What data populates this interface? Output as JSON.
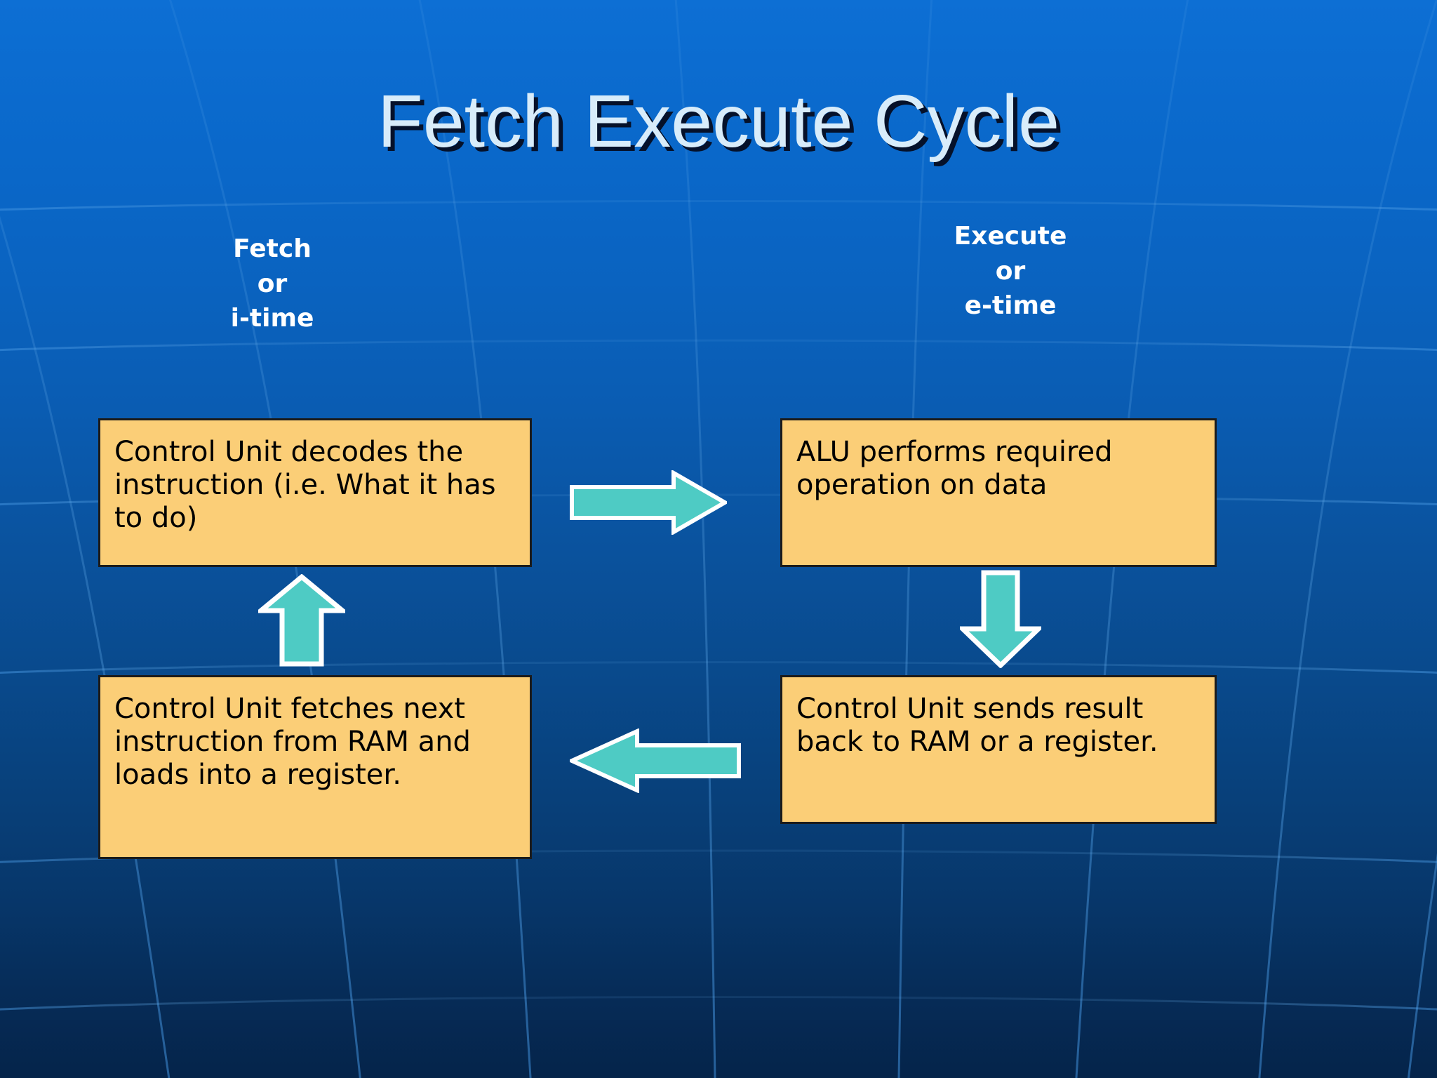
{
  "slide": {
    "title": "Fetch Execute Cycle",
    "background_top_color": "#0d6fd4",
    "background_bottom_color": "#05244a",
    "box_fill_color": "#fbce77",
    "box_border_color": "#1b1b1b",
    "arrow_fill_color": "#4ecbc4",
    "arrow_outline_color": "#ffffff",
    "title_color": "#d8ecfa",
    "label_color": "#ffffff"
  },
  "phases": [
    {
      "name": "fetch-phase-label",
      "lines": [
        "Fetch",
        "or",
        "i-time"
      ]
    },
    {
      "name": "execute-phase-label",
      "lines": [
        "Execute",
        "or",
        "e-time"
      ]
    }
  ],
  "boxes": [
    {
      "id": "decode",
      "text": "Control Unit decodes the instruction (i.e. What it has to do)"
    },
    {
      "id": "alu",
      "text": "ALU performs required operation on data"
    },
    {
      "id": "fetch",
      "text": "Control Unit fetches next instruction from RAM and loads into a register."
    },
    {
      "id": "send",
      "text": "Control Unit sends result back to RAM or a register."
    }
  ],
  "arrows": [
    {
      "id": "right",
      "direction": "right",
      "from": "decode",
      "to": "alu"
    },
    {
      "id": "down",
      "direction": "down",
      "from": "alu",
      "to": "send"
    },
    {
      "id": "left",
      "direction": "left",
      "from": "send",
      "to": "fetch"
    },
    {
      "id": "up",
      "direction": "up",
      "from": "fetch",
      "to": "decode"
    }
  ]
}
